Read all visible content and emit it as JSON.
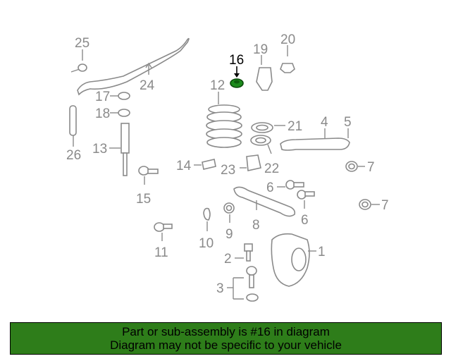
{
  "colors": {
    "banner_bg": "#2e7d1a",
    "highlight": "#1c8a1c",
    "line": "#8a8a8a"
  },
  "highlighted_part": "16",
  "callouts": {
    "c1": "1",
    "c2": "2",
    "c3": "3",
    "c4": "4",
    "c5": "5",
    "c6a": "6",
    "c6b": "6",
    "c7a": "7",
    "c7b": "7",
    "c8": "8",
    "c9": "9",
    "c10": "10",
    "c11": "11",
    "c12": "12",
    "c13": "13",
    "c14": "14",
    "c15": "15",
    "c16": "16",
    "c17": "17",
    "c18": "18",
    "c19": "19",
    "c20": "20",
    "c21": "21",
    "c22": "22",
    "c23": "23",
    "c24": "24",
    "c25": "25",
    "c26": "26"
  },
  "banner": {
    "line1": "Part or sub-assembly is #16 in diagram",
    "line2": "Diagram may not be specific to your vehicle"
  }
}
